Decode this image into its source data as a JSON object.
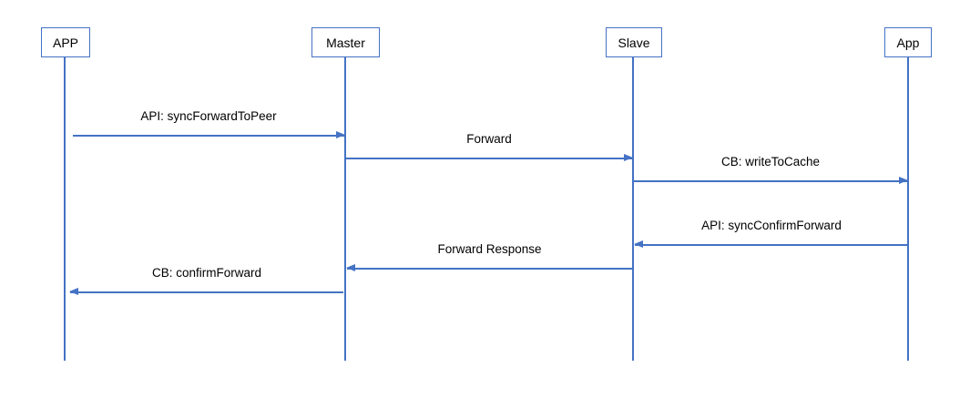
{
  "diagram": {
    "type": "sequence-diagram",
    "colors": {
      "accent": "#4472C4",
      "text": "#000000",
      "background": "#FFFFFF"
    },
    "actors": [
      {
        "label": "APP"
      },
      {
        "label": "Master"
      },
      {
        "label": "Slave"
      },
      {
        "label": "App"
      }
    ],
    "messages": [
      {
        "label": "API: syncForwardToPeer",
        "from": "APP",
        "to": "Master",
        "direction": "right"
      },
      {
        "label": "Forward",
        "from": "Master",
        "to": "Slave",
        "direction": "right"
      },
      {
        "label": "CB: writeToCache",
        "from": "Slave",
        "to": "App",
        "direction": "right"
      },
      {
        "label": "API: syncConfirmForward",
        "from": "App",
        "to": "Slave",
        "direction": "left"
      },
      {
        "label": "Forward Response",
        "from": "Slave",
        "to": "Master",
        "direction": "left"
      },
      {
        "label": "CB: confirmForward",
        "from": "Master",
        "to": "APP",
        "direction": "left"
      }
    ]
  }
}
